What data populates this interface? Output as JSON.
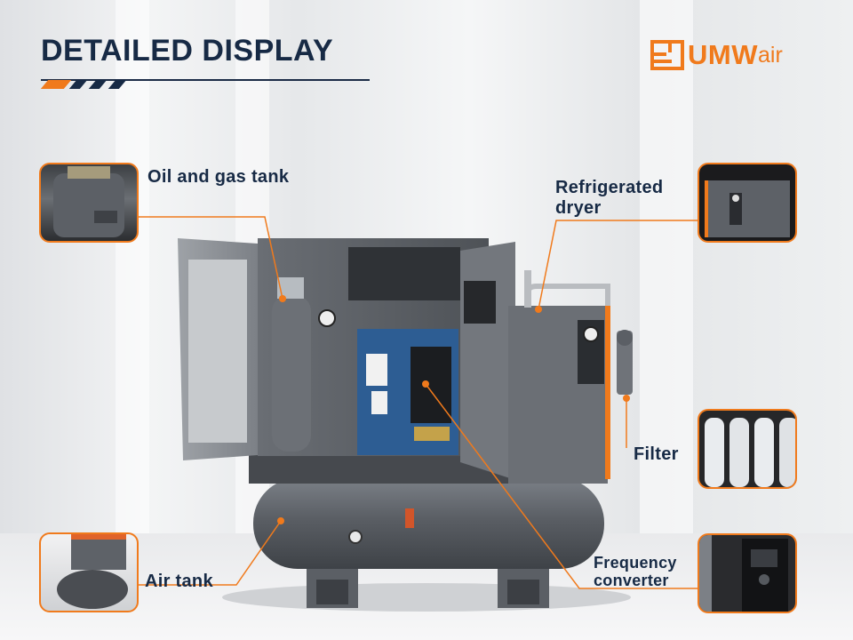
{
  "header": {
    "title": "DETAILED DISPLAY",
    "brand_main": "UMW",
    "brand_sub": "air"
  },
  "callouts": {
    "oil_gas_tank": "Oil and gas tank",
    "refrigerated_dryer_line1": "Refrigerated",
    "refrigerated_dryer_line2": "dryer",
    "filter": "Filter",
    "air_tank": "Air tank",
    "frequency_converter_line1": "Frequency",
    "frequency_converter_line2": "converter"
  },
  "colors": {
    "accent": "#f07a1c",
    "navy": "#172a45",
    "machine_gray": "#5f6369"
  },
  "icons": [
    "umwair-logo-icon"
  ]
}
